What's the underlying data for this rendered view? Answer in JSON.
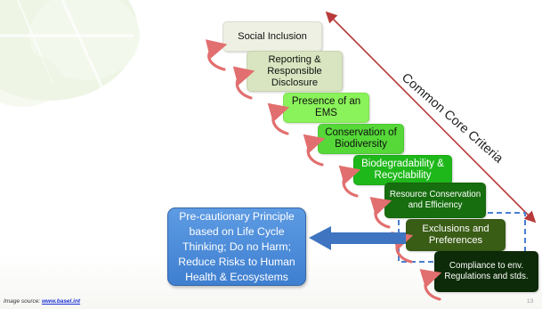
{
  "steps": [
    "Social Inclusion",
    "Reporting & Responsible Disclosure",
    "Presence of an EMS",
    "Conservation of Biodiversity",
    "Biodegradability & Recyclability",
    "Resource Conservation and Efficiency",
    "Exclusions and Preferences",
    "Compliance to env. Regulations and stds."
  ],
  "principle_text": "Pre-cautionary Principle based on Life Cycle Thinking; Do no Harm; Reduce Risks to Human Health & Ecosystems",
  "criteria_label": "Common Core Criteria",
  "source_label": "Image source: ",
  "source_link": "www.basel.int",
  "page_number": "13",
  "colors": {
    "arrow_line": "#b83a3a",
    "curve_arrow": "#e26f6f",
    "principle_box": "#4f8fdc",
    "left_arrow": "#3f74c0",
    "dashed_box": "#4a7fd0"
  },
  "icons": [
    "left-arrow-icon",
    "curved-arrow-icon",
    "double-arrow-line"
  ]
}
